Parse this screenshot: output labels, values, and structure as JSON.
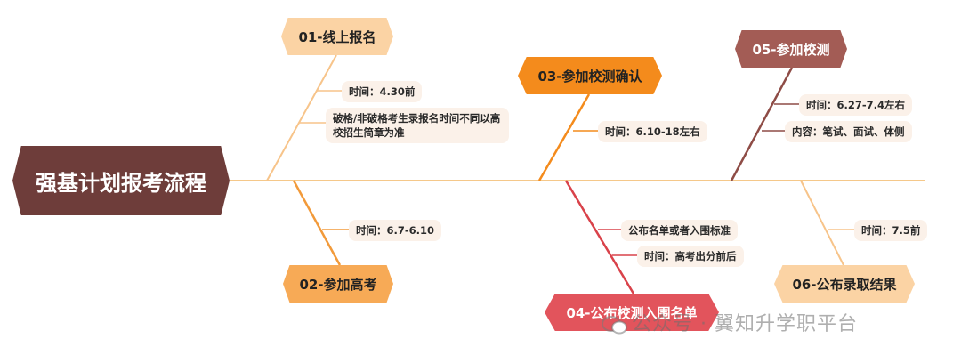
{
  "root": {
    "title": "强基计划报考流程"
  },
  "stages": [
    {
      "label": "01-线上报名",
      "color": "#fbd3a4",
      "details": [
        "时间：4.30前",
        "破格/非破格考生录报名时间不同以高校招生简章为准"
      ]
    },
    {
      "label": "02-参加高考",
      "color": "#f7aa56",
      "details": [
        "时间：6.7-6.10"
      ]
    },
    {
      "label": "03-参加校测确认",
      "color": "#f48b1c",
      "details": [
        "时间：6.10-18左右"
      ]
    },
    {
      "label": "04-公布校测入围名单",
      "color": "#e2545c",
      "details": [
        "公布名单或者入围标准",
        "时间：高考出分前后"
      ]
    },
    {
      "label": "05-参加校测",
      "color": "#a35c55",
      "details": [
        "时间：6.27-7.4左右",
        "内容：笔试、面试、体侧"
      ]
    },
    {
      "label": "06-公布录取结果",
      "color": "#fbd3a4",
      "details": [
        "时间：7.5前"
      ]
    }
  ],
  "watermark": {
    "text": "公众号 · 翼知升学职平台",
    "icon": "wechat-icon"
  },
  "colors": {
    "spine": "#f4c27a",
    "root_bg": "#6e3d3a"
  }
}
